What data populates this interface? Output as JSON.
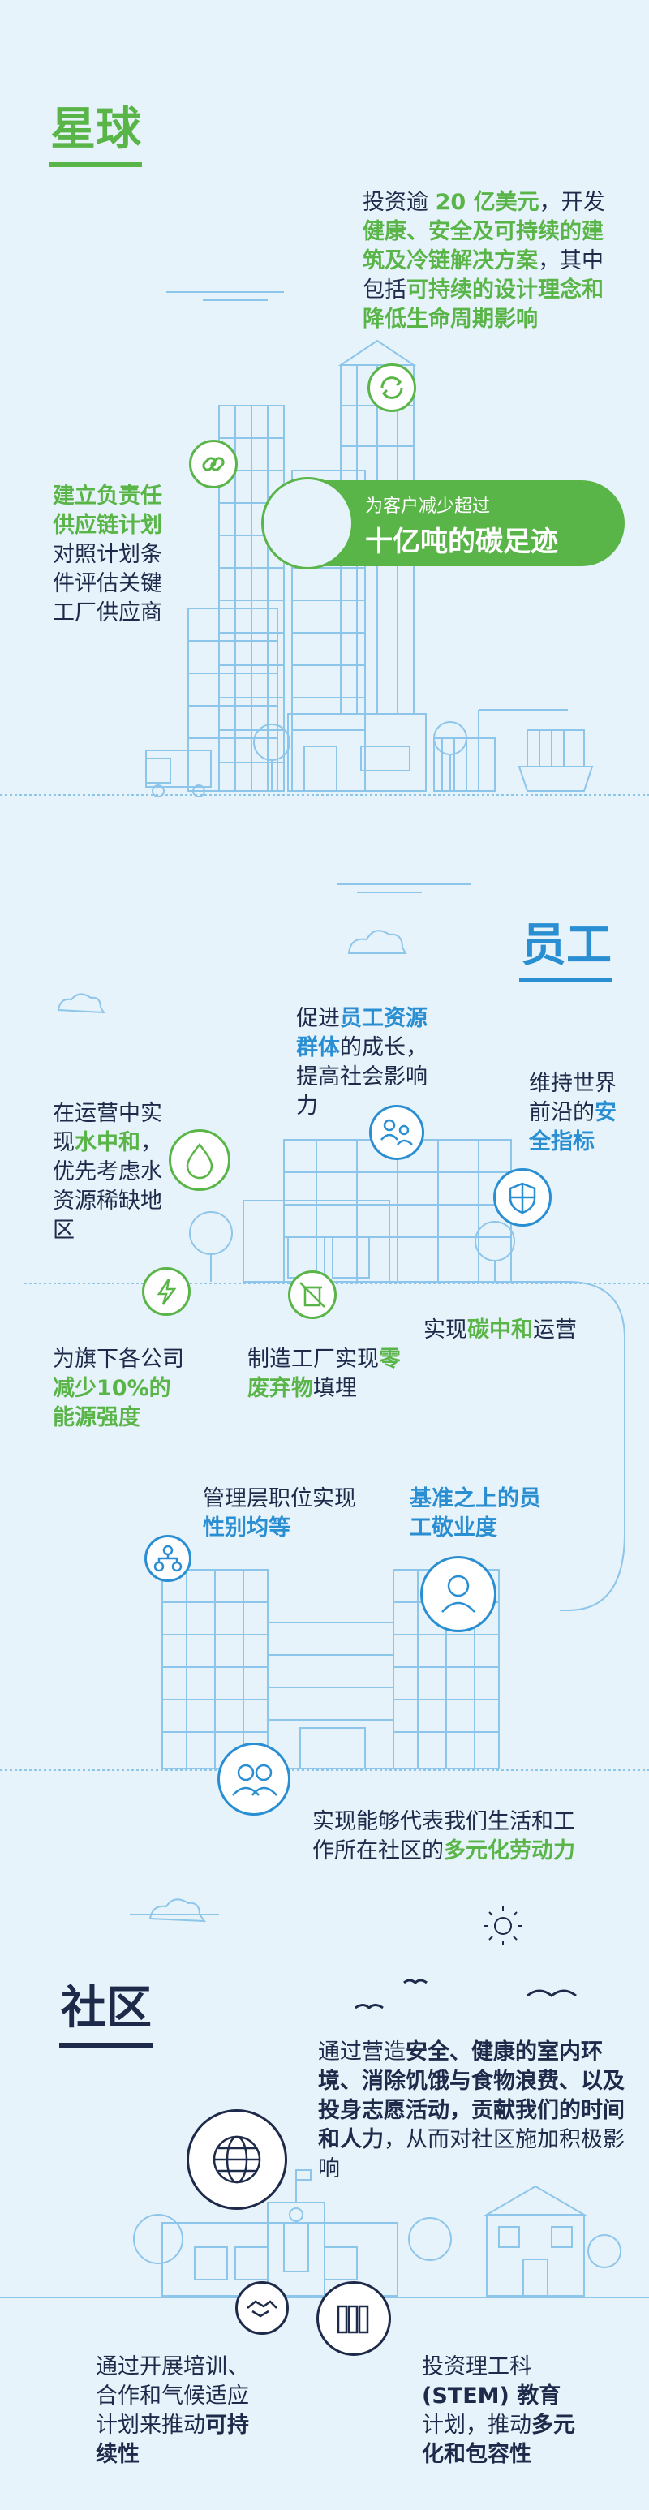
{
  "sections": {
    "planet": {
      "heading": "星球",
      "color": "#5ab548"
    },
    "employees": {
      "heading": "员工",
      "color": "#2a8ed3"
    },
    "community": {
      "heading": "社区",
      "color": "#1e2a4a"
    }
  },
  "planet": {
    "invest": {
      "p1": "投资逾 ",
      "h1": "20 亿美元",
      "p2": "，开发",
      "h2": "健康、安全及可持续的建筑及冷链解决方案",
      "p3": "，其中包括",
      "h3": "可持续的设计理念和降低生命周期影响"
    },
    "supply": {
      "h1": "建立负责任供应链计划",
      "p1": "对照计划条件评估关键工厂供应商"
    },
    "callout": {
      "small": "为客户减少超过",
      "big": "十亿吨的碳足迹"
    }
  },
  "employees": {
    "talent": {
      "p1": "促进",
      "h1": "员工资源群体",
      "p2": "的成长，提高社会影响力"
    },
    "safety": {
      "p1": "维持世界前沿的",
      "h1": "安全指标"
    },
    "water": {
      "p1": "在运营中实现",
      "h1": "水中和",
      "p2": "，优先考虑水资源稀缺地区"
    },
    "carbon": {
      "p1": "实现",
      "h1": "碳中和",
      "p2": "运营"
    },
    "energy": {
      "p1": "为旗下各公司",
      "h1": "减少10%的能源强度"
    },
    "waste": {
      "p1": "制造工厂实现",
      "h1": "零废弃物",
      "p2": "填埋"
    },
    "gender": {
      "p1": "管理层职位实现",
      "h1": "性别均等"
    },
    "engagement": {
      "h1": "基准之上的员工敬业度"
    },
    "diversity": {
      "p1": "实现能够代表我们生活和工作所在社区的",
      "h1": "多元化劳动力"
    }
  },
  "community": {
    "environment": {
      "p1": "通过营造",
      "h1": "安全、健康的室内环境、消除饥饿与食物浪费、以及投身志愿活动，贡献我们的时间和人力",
      "p2": "，从而对社区施加积极影响"
    },
    "training": {
      "p1": "通过开展培训、合作和气候适应计划来推动",
      "h1": "可持续性"
    },
    "stem": {
      "p1": "投资理工科",
      "h1": "(STEM) 教育",
      "p2": "计划，推动",
      "h2": "多元化和包容性"
    }
  },
  "icons": [
    "recycle-icon",
    "link-icon",
    "people-icon",
    "shield-icon",
    "water-drop-icon",
    "lightning-icon",
    "no-waste-bin-icon",
    "org-chart-icon",
    "person-badge-icon",
    "team-people-icon",
    "globe-icon",
    "handshake-icon",
    "books-icon",
    "sun-icon",
    "bird-icon",
    "cloud-icon"
  ]
}
